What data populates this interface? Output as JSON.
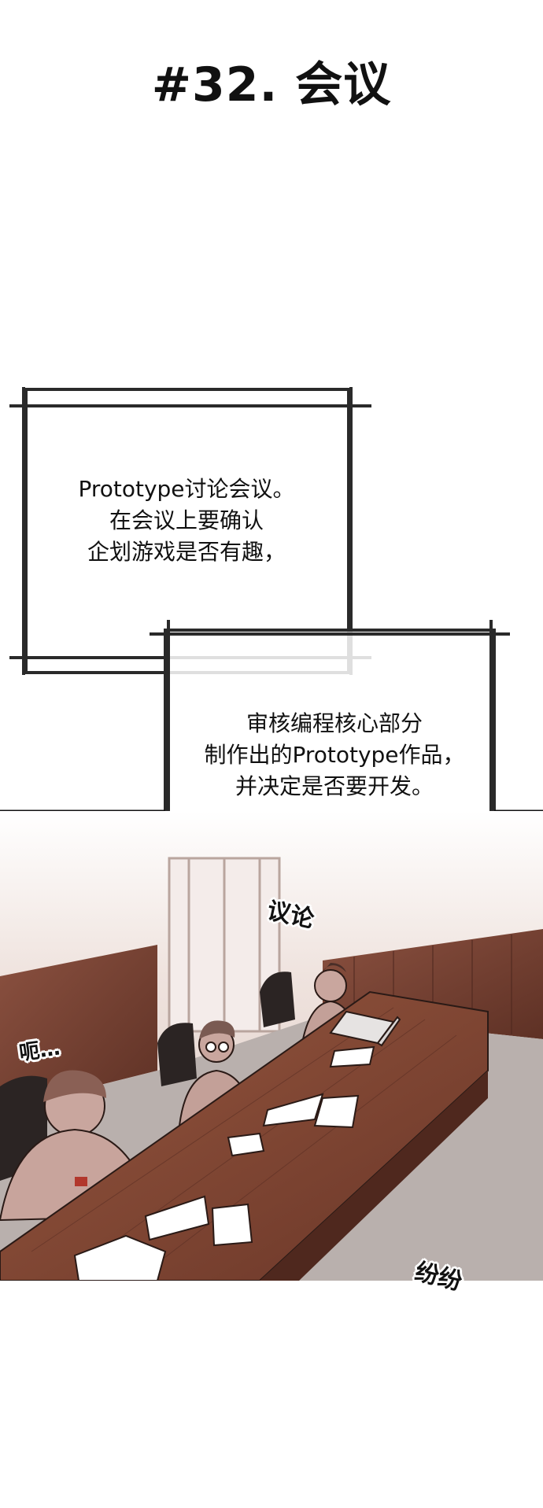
{
  "chapter_title": "#32. 会议",
  "caption_top": {
    "lines": [
      "Prototype讨论会议。",
      "在会议上要确认",
      "企划游戏是否有趣，"
    ]
  },
  "caption_bottom": {
    "lines": [
      "审核编程核心部分",
      "制作出的Prototype作品，",
      "并决定是否要开发。"
    ]
  },
  "sound_effects": {
    "discuss": "议论",
    "uh": "呃…",
    "chatter": "纷纷"
  },
  "colors": {
    "wall": "#e9d9d3",
    "wood": "#7a4334",
    "wood_dark": "#5a2e24",
    "carpet": "#b9b0ad",
    "skin": "#c9a69e",
    "outline": "#2a1a16"
  }
}
